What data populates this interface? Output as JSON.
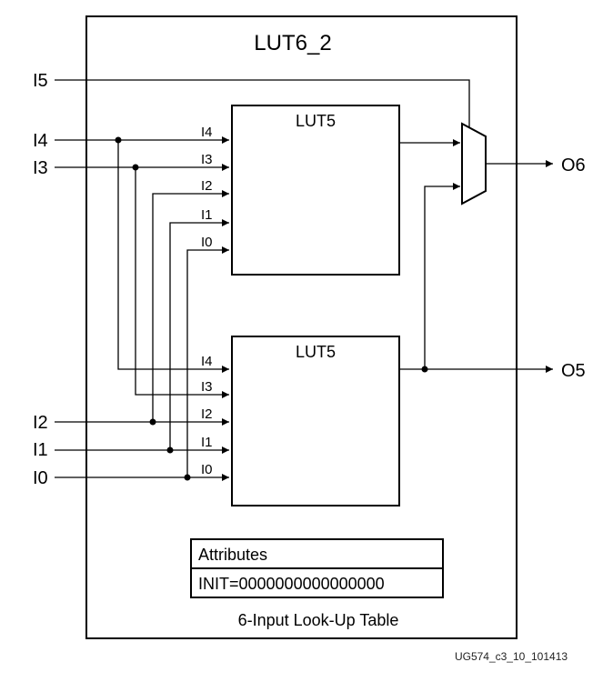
{
  "title": "LUT6_2",
  "inputs": {
    "i5": "I5",
    "i4": "I4",
    "i3": "I3",
    "i2": "I2",
    "i1": "I1",
    "i0": "I0"
  },
  "outputs": {
    "o6": "O6",
    "o5": "O5"
  },
  "upper_lut": {
    "name": "LUT5",
    "pins": [
      "I4",
      "I3",
      "I2",
      "I1",
      "I0"
    ]
  },
  "lower_lut": {
    "name": "LUT5",
    "pins": [
      "I4",
      "I3",
      "I2",
      "I1",
      "I0"
    ]
  },
  "attributes": {
    "header": "Attributes",
    "init": "INIT=0000000000000000"
  },
  "caption": "6-Input Look-Up Table",
  "figure_id": "UG574_c3_10_101413",
  "colors": {
    "line": "#000000",
    "background": "#ffffff"
  }
}
